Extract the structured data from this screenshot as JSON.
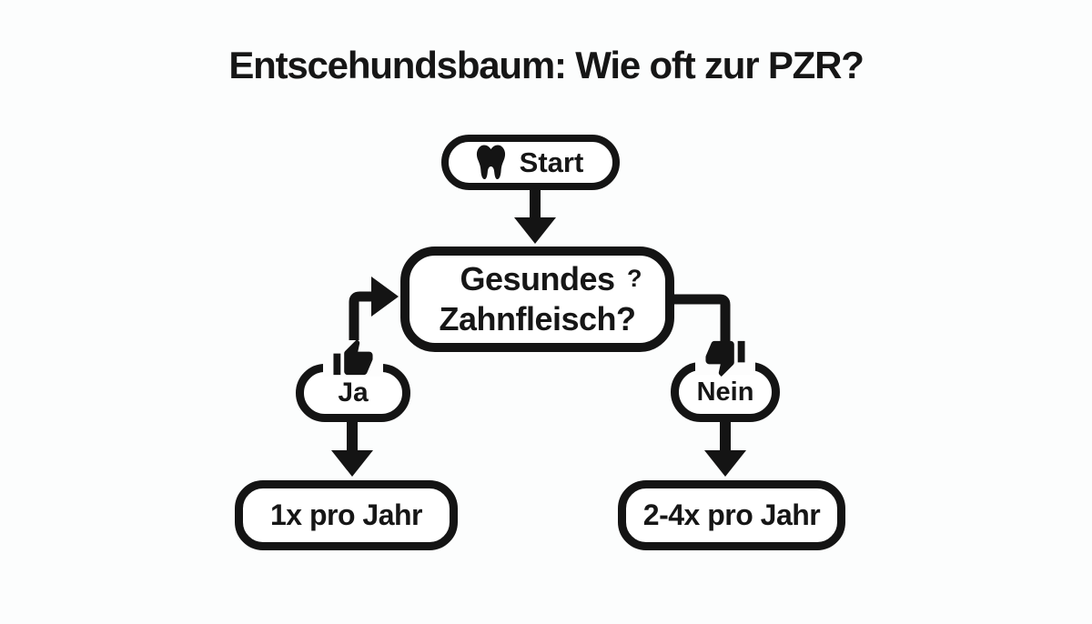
{
  "meta": {
    "background": "#fcfdfd",
    "ink": "#141414",
    "node_fill": "#ffffff"
  },
  "title": "Entscehundsbaum: Wie oft zur PZR?",
  "nodes": {
    "start": {
      "label": "Start",
      "icon": "tooth-icon"
    },
    "decision": {
      "line1": "Gesundes",
      "line2": "Zahnfleisch?",
      "superscript": "?"
    },
    "yes": {
      "label": "Ja",
      "icon": "thumbs-up-icon"
    },
    "no": {
      "label": "Nein",
      "icon": "thumbs-down-icon"
    },
    "outcome_yes": {
      "label": "1x pro Jahr"
    },
    "outcome_no": {
      "label": "2-4x pro Jahr"
    }
  },
  "edges": [
    {
      "from": "Start",
      "to": "Gesundes Zahnfleisch?",
      "style": "arrow-down"
    },
    {
      "from": "Ja",
      "to": "Gesundes Zahnfleisch?",
      "style": "elbow-arrow-right"
    },
    {
      "from": "Gesundes Zahnfleisch?",
      "to": "Nein",
      "style": "elbow-down"
    },
    {
      "from": "Ja",
      "to": "1x pro Jahr",
      "style": "arrow-down"
    },
    {
      "from": "Nein",
      "to": "2-4x pro Jahr",
      "style": "arrow-down"
    }
  ]
}
